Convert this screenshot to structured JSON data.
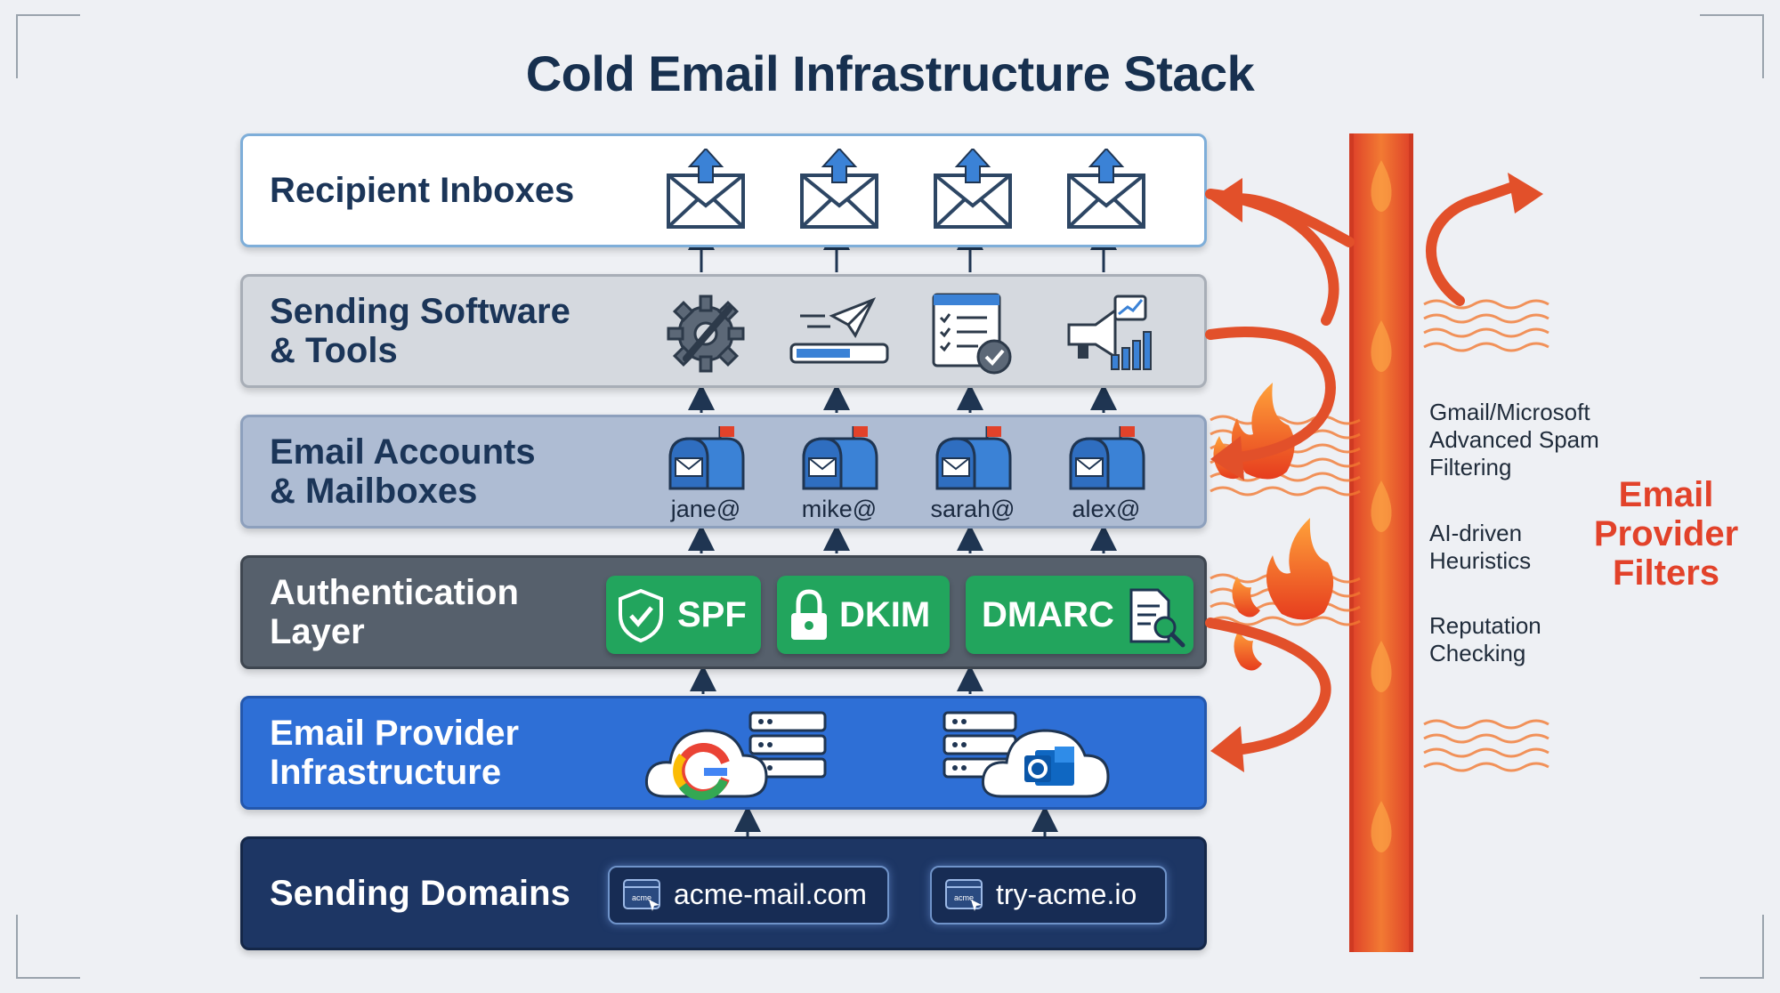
{
  "title": "Cold Email Infrastructure Stack",
  "layers": [
    {
      "label": "Recipient Inboxes",
      "icons": [
        "envelope-upload-icon",
        "envelope-upload-icon",
        "envelope-upload-icon",
        "envelope-upload-icon"
      ]
    },
    {
      "label": "Sending Software\n& Tools",
      "icons": [
        "gear-wrench-icon",
        "paper-plane-progress-icon",
        "checklist-icon",
        "megaphone-chart-icon"
      ]
    },
    {
      "label": "Email Accounts\n& Mailboxes",
      "mailboxes": [
        "jane@",
        "mike@",
        "sarah@",
        "alex@"
      ]
    },
    {
      "label": "Authentication\nLayer",
      "protocols": [
        "SPF",
        "DKIM",
        "DMARC"
      ]
    },
    {
      "label": "Email Provider\nInfrastructure",
      "icons": [
        "google-cloud-server-icon",
        "outlook-cloud-server-icon"
      ]
    },
    {
      "label": "Sending Domains",
      "domains": [
        "acme-mail.com",
        "try-acme.io"
      ],
      "domain_icon_text": "acme"
    }
  ],
  "filters": {
    "title": "Email\nProvider\nFilters",
    "notes": [
      "Gmail/Microsoft\nAdvanced Spam\nFiltering",
      "AI-driven\nHeuristics",
      "Reputation\nChecking"
    ]
  },
  "colors": {
    "title": "#17304f",
    "auth_green": "#22a55d",
    "provider_blue": "#2e6fd6",
    "domain_navy": "#1d3664",
    "fire_orange": "#f27a33",
    "filter_red": "#e2422a"
  }
}
